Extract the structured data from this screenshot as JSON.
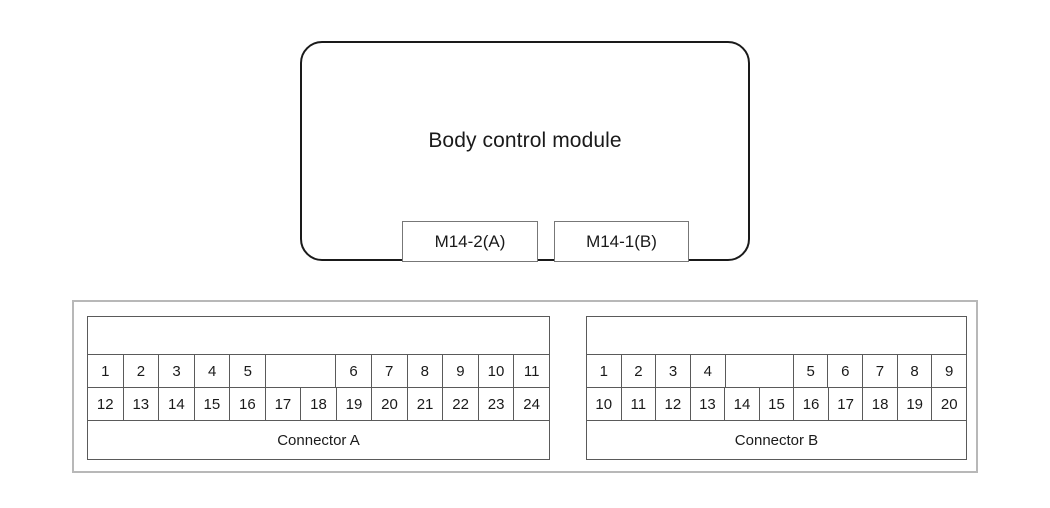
{
  "module": {
    "title": "Body control module",
    "ports": [
      {
        "name": "port-a",
        "label": "M14-2(A)"
      },
      {
        "name": "port-b",
        "label": "M14-1(B)"
      }
    ]
  },
  "connectors": [
    {
      "id": "connector-a",
      "label": "Connector A",
      "columns": 13,
      "top_row": [
        {
          "text": "1",
          "span": 1,
          "blank": false
        },
        {
          "text": "2",
          "span": 1,
          "blank": false
        },
        {
          "text": "3",
          "span": 1,
          "blank": false
        },
        {
          "text": "4",
          "span": 1,
          "blank": false
        },
        {
          "text": "5",
          "span": 1,
          "blank": false
        },
        {
          "text": "",
          "span": 2,
          "blank": true
        },
        {
          "text": "6",
          "span": 1,
          "blank": false
        },
        {
          "text": "7",
          "span": 1,
          "blank": false
        },
        {
          "text": "8",
          "span": 1,
          "blank": false
        },
        {
          "text": "9",
          "span": 1,
          "blank": false
        },
        {
          "text": "10",
          "span": 1,
          "blank": false
        },
        {
          "text": "11",
          "span": 1,
          "blank": false
        }
      ],
      "bottom_row": [
        {
          "text": "12",
          "span": 1,
          "blank": false
        },
        {
          "text": "13",
          "span": 1,
          "blank": false
        },
        {
          "text": "14",
          "span": 1,
          "blank": false
        },
        {
          "text": "15",
          "span": 1,
          "blank": false
        },
        {
          "text": "16",
          "span": 1,
          "blank": false
        },
        {
          "text": "17",
          "span": 1,
          "blank": false
        },
        {
          "text": "18",
          "span": 1,
          "blank": false
        },
        {
          "text": "19",
          "span": 1,
          "blank": false
        },
        {
          "text": "20",
          "span": 1,
          "blank": false
        },
        {
          "text": "21",
          "span": 1,
          "blank": false
        },
        {
          "text": "22",
          "span": 1,
          "blank": false
        },
        {
          "text": "23",
          "span": 1,
          "blank": false
        },
        {
          "text": "24",
          "span": 1,
          "blank": false
        }
      ]
    },
    {
      "id": "connector-b",
      "label": "Connector B",
      "columns": 11,
      "top_row": [
        {
          "text": "1",
          "span": 1,
          "blank": false
        },
        {
          "text": "2",
          "span": 1,
          "blank": false
        },
        {
          "text": "3",
          "span": 1,
          "blank": false
        },
        {
          "text": "4",
          "span": 1,
          "blank": false
        },
        {
          "text": "",
          "span": 2,
          "blank": true
        },
        {
          "text": "5",
          "span": 1,
          "blank": false
        },
        {
          "text": "6",
          "span": 1,
          "blank": false
        },
        {
          "text": "7",
          "span": 1,
          "blank": false
        },
        {
          "text": "8",
          "span": 1,
          "blank": false
        },
        {
          "text": "9",
          "span": 1,
          "blank": false
        }
      ],
      "bottom_row": [
        {
          "text": "10",
          "span": 1,
          "blank": false
        },
        {
          "text": "11",
          "span": 1,
          "blank": false
        },
        {
          "text": "12",
          "span": 1,
          "blank": false
        },
        {
          "text": "13",
          "span": 1,
          "blank": false
        },
        {
          "text": "14",
          "span": 1,
          "blank": false
        },
        {
          "text": "15",
          "span": 1,
          "blank": false
        },
        {
          "text": "16",
          "span": 1,
          "blank": false
        },
        {
          "text": "17",
          "span": 1,
          "blank": false
        },
        {
          "text": "18",
          "span": 1,
          "blank": false
        },
        {
          "text": "19",
          "span": 1,
          "blank": false
        },
        {
          "text": "20",
          "span": 1,
          "blank": false
        }
      ]
    }
  ],
  "colors": {
    "stroke_dark": "#1a1a1a",
    "stroke_table": "#5a5a5a",
    "stroke_frame": "#b8b8b8",
    "stroke_port": "#777777",
    "background": "#ffffff"
  }
}
